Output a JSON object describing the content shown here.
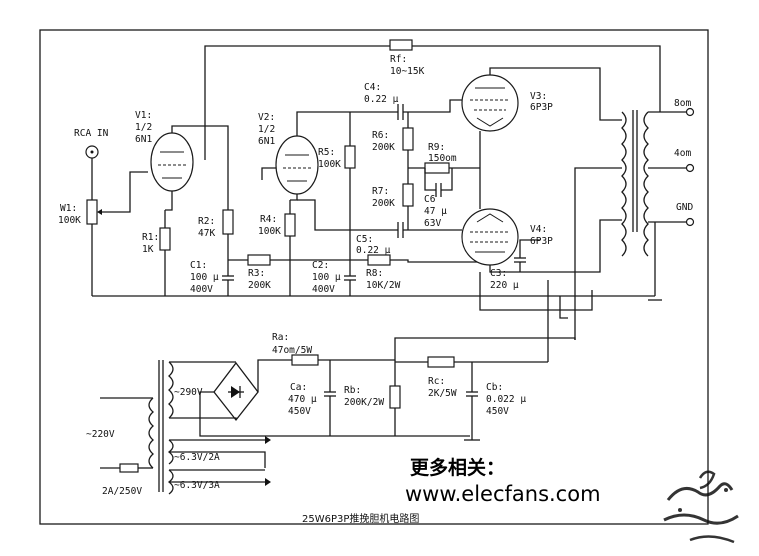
{
  "diagram": {
    "caption": "25W6P3P推挽胆机电路图",
    "promo_label": "更多相关：",
    "website": "www.elecfans.com",
    "labels": {
      "rca_in": "RCA IN",
      "v1_a": "V1:",
      "v1_b": "1/2",
      "v1_c": "6N1",
      "v2_a": "V2:",
      "v2_b": "1/2",
      "v2_c": "6N1",
      "v3_a": "V3:",
      "v3_b": "6P3P",
      "v4_a": "V4:",
      "v4_b": "6P3P",
      "w1_a": "W1:",
      "w1_b": "100K",
      "r1_a": "R1:",
      "r1_b": "1K",
      "r2_a": "R2:",
      "r2_b": "47K",
      "r4_a": "R4:",
      "r4_b": "100K",
      "r5_a": "R5:",
      "r5_b": "100K",
      "r6_a": "R6:",
      "r6_b": "200K",
      "r7_a": "R7:",
      "r7_b": "200K",
      "r9_a": "R9:",
      "r9_b": "150om",
      "rf_a": "Rf:",
      "rf_b": "10~15K",
      "c4_a": "C4:",
      "c4_b": "0.22 μ",
      "c5_a": "C5:",
      "c5_b": "0.22 μ",
      "c6_a": "C6",
      "c6_b": "47 μ",
      "c6_c": "63V",
      "c1_a": "C1:",
      "c1_b": "100 μ",
      "c1_c": "400V",
      "c2_a": "C2:",
      "c2_b": "100 μ",
      "c2_c": "400V",
      "c3_a": "C3:",
      "c3_b": "220 μ",
      "r3_a": "R3:",
      "r3_b": "200K",
      "r8_a": "R8:",
      "r8_b": "10K/2W",
      "out_8": "8om",
      "out_4": "4om",
      "out_gnd": "GND",
      "ra_a": "Ra:",
      "ra_b": "47om/5W",
      "ca_a": "Ca:",
      "ca_b": "470 μ",
      "ca_c": "450V",
      "rb_a": "Rb:",
      "rb_b": "200K/2W",
      "rc_a": "Rc:",
      "rc_b": "2K/5W",
      "cb_a": "Cb:",
      "cb_b": "0.022 μ",
      "cb_c": "450V",
      "v290": "~290V",
      "v220": "~220V",
      "fuse": "2A/250V",
      "h1": "~6.3V/2A",
      "h2": "~6.3V/3A"
    }
  }
}
